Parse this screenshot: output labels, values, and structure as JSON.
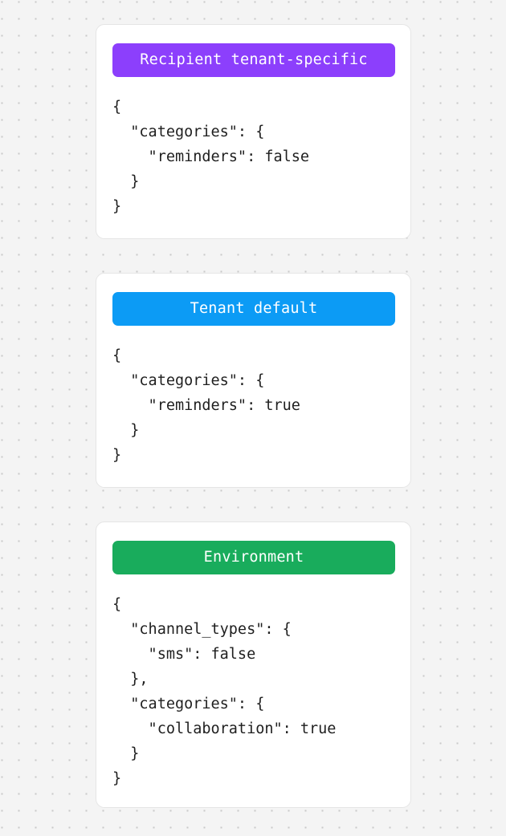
{
  "page": {
    "background_color": "#f4f4f4",
    "dot_color": "#c9c9c9",
    "card_background": "#ffffff",
    "card_border_color": "#e5e5e5",
    "code_text_color": "#1f1f1f"
  },
  "cards": [
    {
      "badge_label": "Recipient tenant-specific",
      "badge_color": "#8c3ffc",
      "code": "{\n  \"categories\": {\n    \"reminders\": false\n  }\n}"
    },
    {
      "badge_label": "Tenant default",
      "badge_color": "#0c9bf5",
      "code": "{\n  \"categories\": {\n    \"reminders\": true\n  }\n}"
    },
    {
      "badge_label": "Environment",
      "badge_color": "#19ac5c",
      "code": "{\n  \"channel_types\": {\n    \"sms\": false\n  },\n  \"categories\": {\n    \"collaboration\": true\n  }\n}"
    }
  ]
}
